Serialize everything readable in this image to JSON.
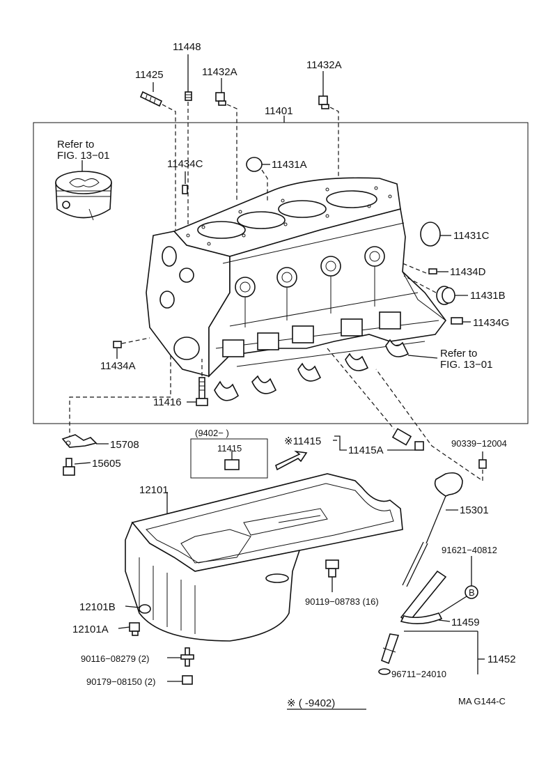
{
  "diagram_code": "MA  G144-C",
  "footnote": "※ (       -9402)",
  "callouts": {
    "p11448": "11448",
    "p11425": "11425",
    "p11432a_1": "11432A",
    "p11432a_2": "11432A",
    "p11401": "11401",
    "refer_top_1": "Refer to",
    "refer_top_2": "FIG. 13−01",
    "p11434c": "11434C",
    "p11431a": "11431A",
    "p11431c": "11431C",
    "p11434d": "11434D",
    "p11431b": "11431B",
    "p11434g": "11434G",
    "refer_bot_1": "Refer to",
    "refer_bot_2": "FIG. 13−01",
    "p11434a": "11434A",
    "p11416": "11416",
    "p15708": "15708",
    "p15605": "15605",
    "box_date": "(9402−      )",
    "box_part": "11415",
    "p11415_mark": "※11415",
    "p11415a": "11415A",
    "p90339": "90339−12004",
    "p12101": "12101",
    "p15301": "15301",
    "p91621": "91621−40812",
    "circle_b": "B",
    "p90119": "90119−08783 (16)",
    "p12101b": "12101B",
    "p12101a": "12101A",
    "p11459": "11459",
    "p90116": "90116−08279 (2)",
    "p11452": "11452",
    "p90179": "90179−08150 (2)",
    "p96711": "96711−24010"
  }
}
